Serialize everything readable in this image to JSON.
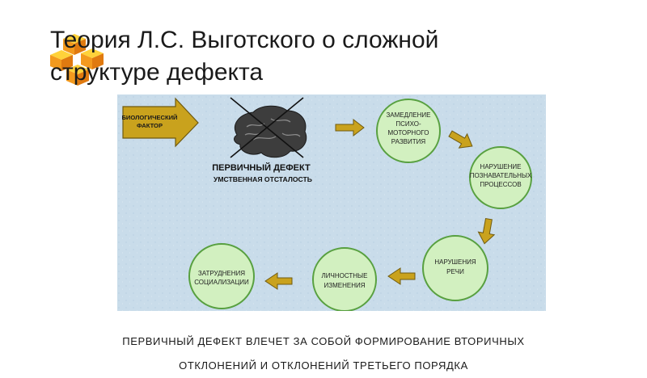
{
  "slide": {
    "title": "Теория Л.С. Выготского о сложной структуре дефекта",
    "caption_line1": "ПЕРВИЧНЫЙ ДЕФЕКТ ВЛЕЧЕТ ЗА СОБОЙ ФОРМИРОВАНИЕ ВТОРИЧНЫХ",
    "caption_line2": "ОТКЛОНЕНИЙ И ОТКЛОНЕНИЙ ТРЕТЬЕГО ПОРЯДКА"
  },
  "diagram": {
    "bio_factor": [
      "БИОЛОГИЧЕСКИЙ",
      "ФАКТОР"
    ],
    "primary_title": "ПЕРВИЧНЫЙ ДЕФЕКТ",
    "primary_subtitle": "УМСТВЕННАЯ ОТСТАЛОСТЬ",
    "nodes": [
      {
        "lines": [
          "ЗАМЕДЛЕНИЕ",
          "ПСИХО-",
          "МОТОРНОГО",
          "РАЗВИТИЯ"
        ]
      },
      {
        "lines": [
          "НАРУШЕНИЕ",
          "ПОЗНАВАТЕЛЬНЫХ",
          "ПРОЦЕССОВ"
        ]
      },
      {
        "lines": [
          "НАРУШЕНИЯ",
          "РЕЧИ"
        ]
      },
      {
        "lines": [
          "ЛИЧНОСТНЫЕ",
          "ИЗМЕНЕНИЯ"
        ]
      },
      {
        "lines": [
          "ЗАТРУДНЕНИЯ",
          "СОЦИАЛИЗАЦИИ"
        ]
      }
    ],
    "colors": {
      "panel": "#c9dcea",
      "node_fill": "#d2f0c0",
      "node_stroke": "#58a040",
      "arrow_fill": "#c9a21d",
      "arrow_stroke": "#6f5a10",
      "logo_orange": "#f39a1e",
      "logo_yellow": "#ffd23a"
    }
  }
}
